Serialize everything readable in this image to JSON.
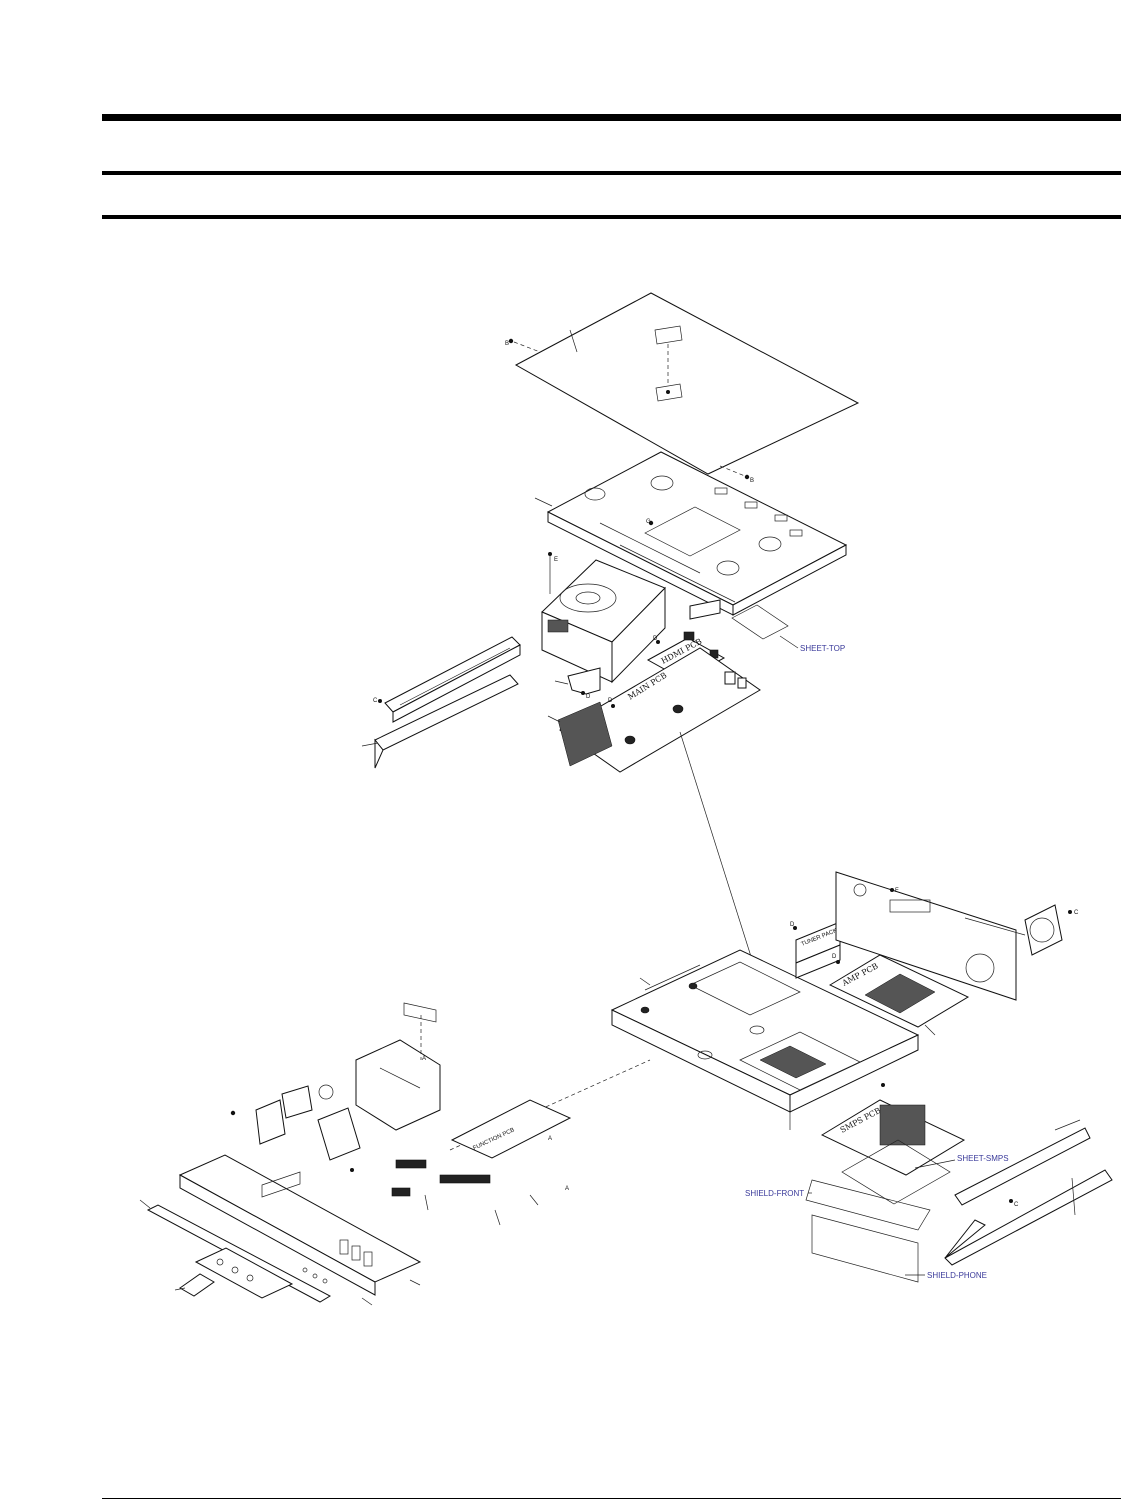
{
  "labels": {
    "sheet_top": "SHEET-TOP",
    "sheet_smps": "SHEET-SMPS",
    "shield_front": "SHIELD-FRONT",
    "shield_phone": "SHIELD-PHONE"
  },
  "pcb_labels": {
    "main_pcb": "MAIN PCB",
    "hdmi_pcb": "HDMI PCB",
    "amp_pcb": "AMP PCB",
    "smps_pcb": "SMPS PCB",
    "tuner_pack": "TUNER PACK",
    "function_pcb": "FUNCTION PCB"
  },
  "screw_markers": {
    "b1": "B",
    "b2": "B",
    "g": "G",
    "e": "E",
    "c1": "C",
    "d1": "D",
    "d2": "D",
    "d3": "D",
    "d4": "D",
    "d5": "D",
    "f": "F",
    "c2": "C",
    "c3": "C",
    "a1": "A",
    "a2": "A",
    "a3": "A"
  },
  "colors": {
    "label_blue": "#3a3a9a",
    "line": "#111111"
  }
}
